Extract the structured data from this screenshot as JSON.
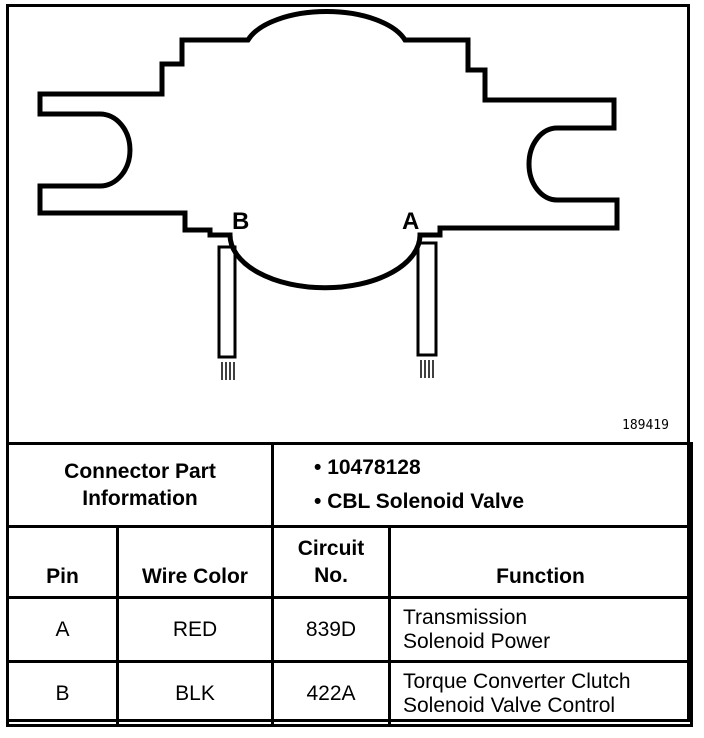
{
  "diagram": {
    "pin_labels": [
      "B",
      "A"
    ],
    "figure_number": "189419"
  },
  "connector_info": {
    "label_line1": "Connector Part",
    "label_line2": "Information",
    "items": [
      "10478128",
      "CBL Solenoid Valve"
    ]
  },
  "table": {
    "headers": {
      "pin": "Pin",
      "wire_color": "Wire Color",
      "circuit_line1": "Circuit",
      "circuit_line2": "No.",
      "function": "Function"
    },
    "rows": [
      {
        "pin": "A",
        "wire_color": "RED",
        "circuit": "839D",
        "function_line1": "Transmission",
        "function_line2": "Solenoid Power"
      },
      {
        "pin": "B",
        "wire_color": "BLK",
        "circuit": "422A",
        "function_line1": "Torque Converter Clutch",
        "function_line2": "Solenoid Valve Control"
      }
    ]
  }
}
